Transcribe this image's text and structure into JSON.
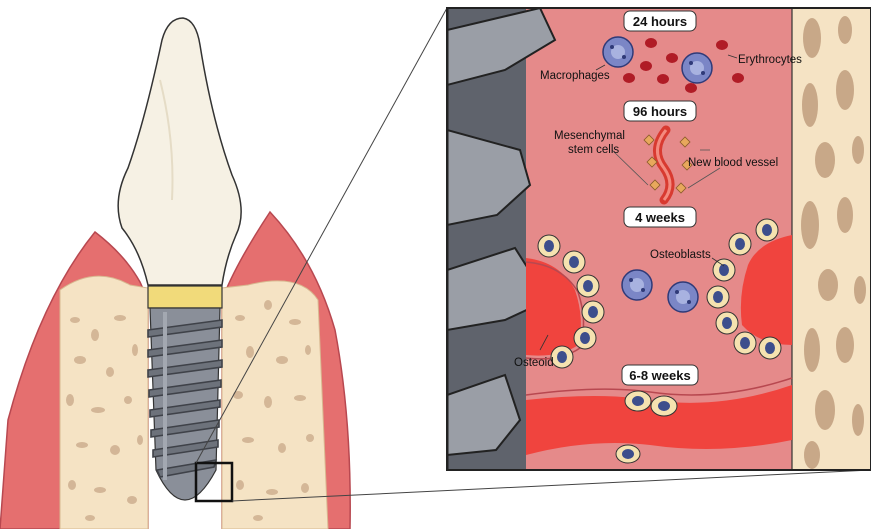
{
  "labels": {
    "stage_24h": "24 hours",
    "stage_96h": "96 hours",
    "stage_4w": "4 weeks",
    "stage_6_8w": "6-8 weeks",
    "macrophages": "Macrophages",
    "erythrocytes": "Erythrocytes",
    "msc_line1": "Mesenchymal",
    "msc_line2": "stem cells",
    "new_vessel": "New blood vessel",
    "osteoblasts": "Osteoblasts",
    "osteoid": "Osteoid"
  },
  "colors": {
    "gingiva": "#e56f6f",
    "gingiva_dark": "#c84f55",
    "bone": "#f5e3c4",
    "bone_pores": "#c8a888",
    "crown": "#f6f1e4",
    "abutment": "#f1da7a",
    "implant": "#8a8f99",
    "implant_dark": "#5f636c",
    "wound_bg": "#e58a8a",
    "new_bone": "#f0443e",
    "erythrocyte": "#b01c26",
    "macrophage": "#7b86c6",
    "osteoblast": "#f5e2b0",
    "osteoblast_nucleus": "#3d4e8c"
  },
  "icons": [
    "tooth-crown",
    "dental-implant",
    "macrophage-cell",
    "erythrocyte-cell",
    "stem-cell",
    "blood-vessel",
    "osteoblast-cell"
  ]
}
